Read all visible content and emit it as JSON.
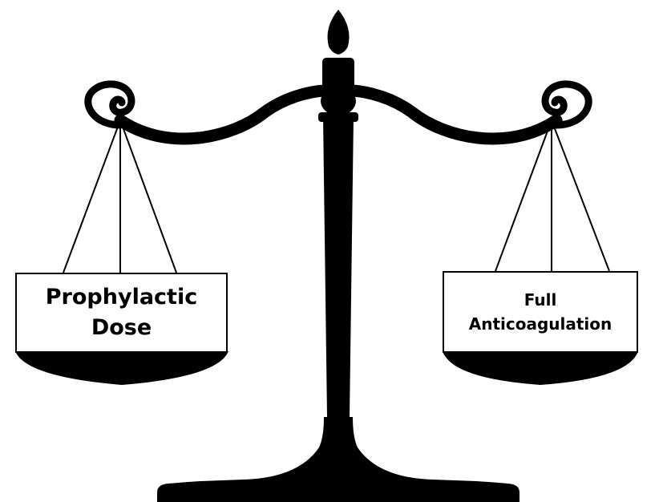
{
  "scale": {
    "fill_color": "#000000",
    "background_color": "#ffffff",
    "left_pan": {
      "label_lines": [
        "Prophylactic",
        "Dose"
      ]
    },
    "right_pan": {
      "label_lines": [
        "Full",
        "Anticoagulation"
      ]
    }
  }
}
